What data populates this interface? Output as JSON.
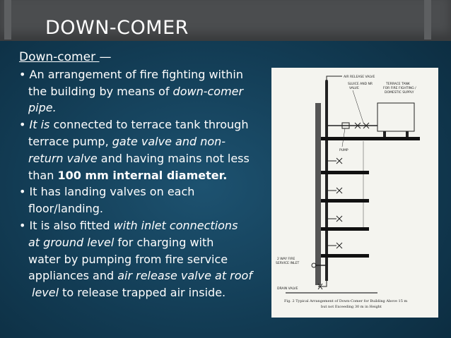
{
  "slide": {
    "title": "DOWN-COMER",
    "heading": {
      "term": "Down-comer ",
      "dash": "—"
    },
    "lines": {
      "l1": "• An arrangement of fire fighting within",
      "l2a": "the building by means of ",
      "l2b": "down-comer",
      "l3": "pipe.",
      "l4a": "• ",
      "l4b": "It is",
      "l4c": " connected to terrace tank through",
      "l5a": "terrace pump, ",
      "l5b": "gate valve and non-",
      "l6a": "return valve",
      "l6b": " and having mains not less",
      "l7a": "than ",
      "l7b": "100 mm internal diameter.",
      "l8": "• It has landing valves on each",
      "l9": "floor/landing.",
      "l10a": "• It is also fitted ",
      "l10b": "with inlet connections",
      "l11a": "at ground level",
      "l11b": " for charging with",
      "l12": "water by pumping from fire service",
      "l13a": "appliances and ",
      "l13b": "air release valve at roof",
      "l14a": "level",
      "l14b": " to release trapped air inside."
    }
  },
  "figure": {
    "labels": {
      "air_release": "AIR RELEASE VALVE",
      "sluice_1": "SLUICE AND NR",
      "sluice_2": "VALVE",
      "tank_1": "TERRACE TANK",
      "tank_2": "FOR FIRE FIGHTING /",
      "tank_3": "DOMESTIC SUPPLY",
      "pump": "PUMP",
      "inlet_1": "2 WAY FIRE",
      "inlet_2": "SERVICE INLET",
      "drain": "DRAIN VALVE"
    },
    "caption": {
      "line1": "Fig. 2 Typical Arrangement of Down-Comer for Building Above 15 m",
      "line2": "but not Exceeding 30 m in Height"
    }
  }
}
